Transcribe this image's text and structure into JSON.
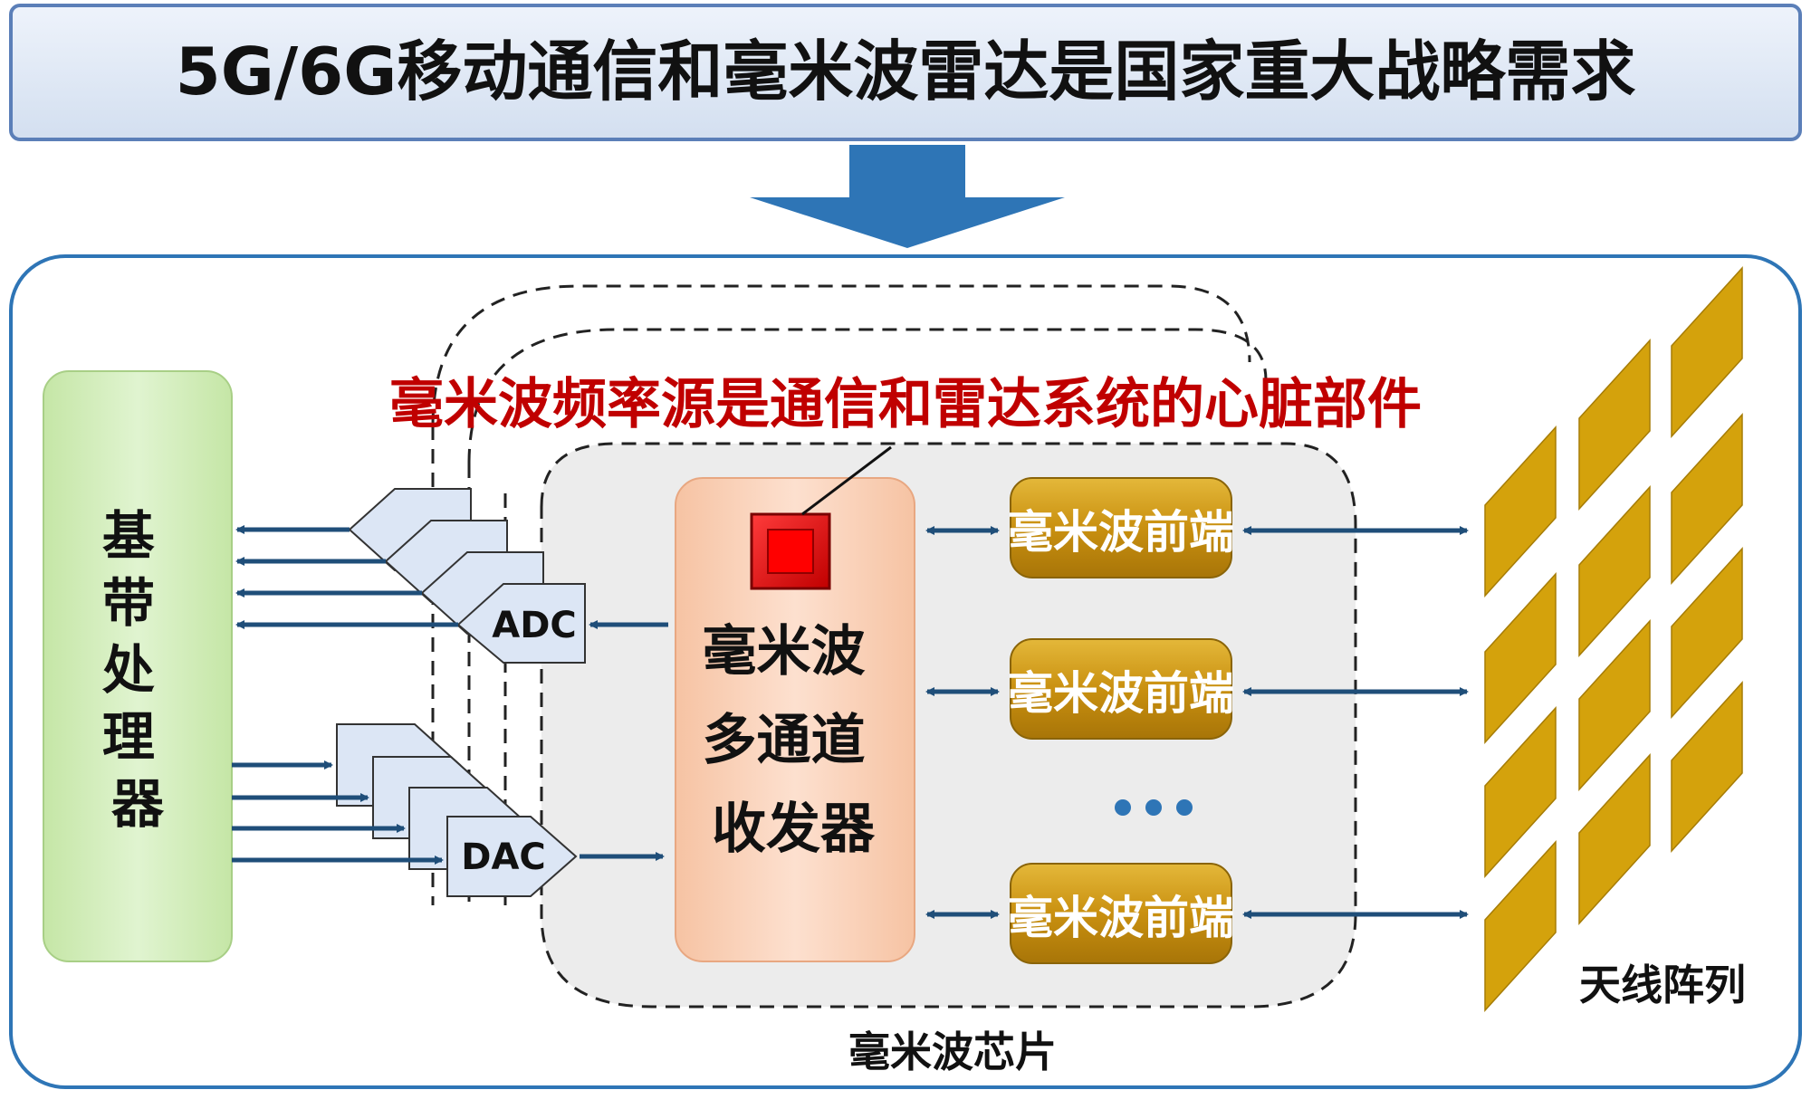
{
  "title": "5G/6G移动通信和毫米波雷达是国家重大战略需求",
  "highlight": "毫米波频率源是通信和雷达系统的心脏部件",
  "baseband_label": "基带处理器",
  "adc_label": "ADC",
  "dac_label": "DAC",
  "transceiver": {
    "line1": "毫米波",
    "line2": "多通道",
    "line3": "收发器"
  },
  "frontends": [
    "毫米波前端",
    "毫米波前端",
    "毫米波前端"
  ],
  "antenna_label": "天线阵列",
  "chip_label": "毫米波芯片",
  "colors": {
    "title_fill": "#dfe8f5",
    "title_border": "#5b7fb8",
    "arrow_blue": "#2e75b6",
    "outer_border": "#2e75b6",
    "highlight_red": "#c00000",
    "baseband_fill": "#d6efc0",
    "transceiver_fill": "#fbd5bd",
    "frontend_fill": "#c9960f",
    "antenna_fill": "#d4a20c",
    "connector_blue": "#1f4e79"
  }
}
